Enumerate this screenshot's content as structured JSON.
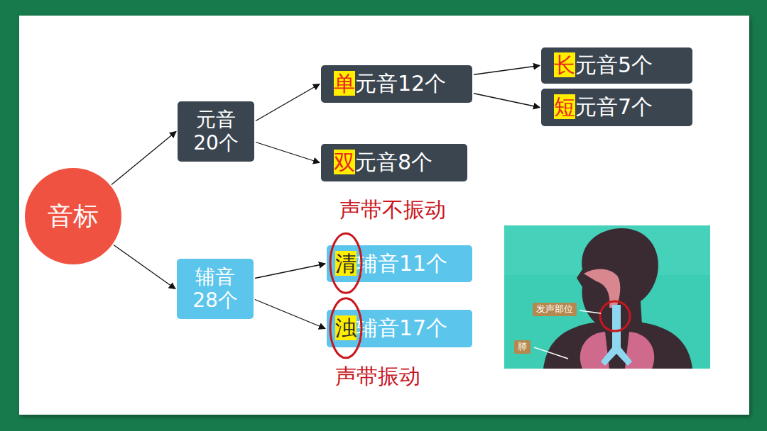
{
  "diagram": {
    "nodes": [
      {
        "text": [
          "音标"
        ]
      },
      {
        "text": [
          "元音 20个"
        ]
      },
      {
        "text": [
          "单元音12个"
        ]
      },
      {
        "text": [
          "长元音5个"
        ]
      },
      {
        "text": [
          "短元音7个"
        ]
      },
      {
        "text": [
          "双元音8个"
        ]
      },
      {
        "text": [
          "辅音 28个"
        ]
      },
      {
        "text": [
          "清辅音11个"
        ]
      },
      {
        "text": [
          "浊辅音17个"
        ]
      }
    ],
    "edges": [
      {
        "from": 0,
        "to": 1,
        "arrow": "to"
      },
      {
        "from": 0,
        "to": 6,
        "arrow": "to"
      },
      {
        "from": 1,
        "to": 2,
        "arrow": "to"
      },
      {
        "from": 1,
        "to": 5,
        "arrow": "to"
      },
      {
        "from": 2,
        "to": 3,
        "arrow": "to"
      },
      {
        "from": 2,
        "to": 4,
        "arrow": "to"
      },
      {
        "from": 6,
        "to": 7,
        "arrow": "to"
      },
      {
        "from": 6,
        "to": 8,
        "arrow": "to"
      }
    ],
    "labels": [
      "声带不振动",
      "声带振动",
      "发声部位",
      "肺"
    ]
  }
}
